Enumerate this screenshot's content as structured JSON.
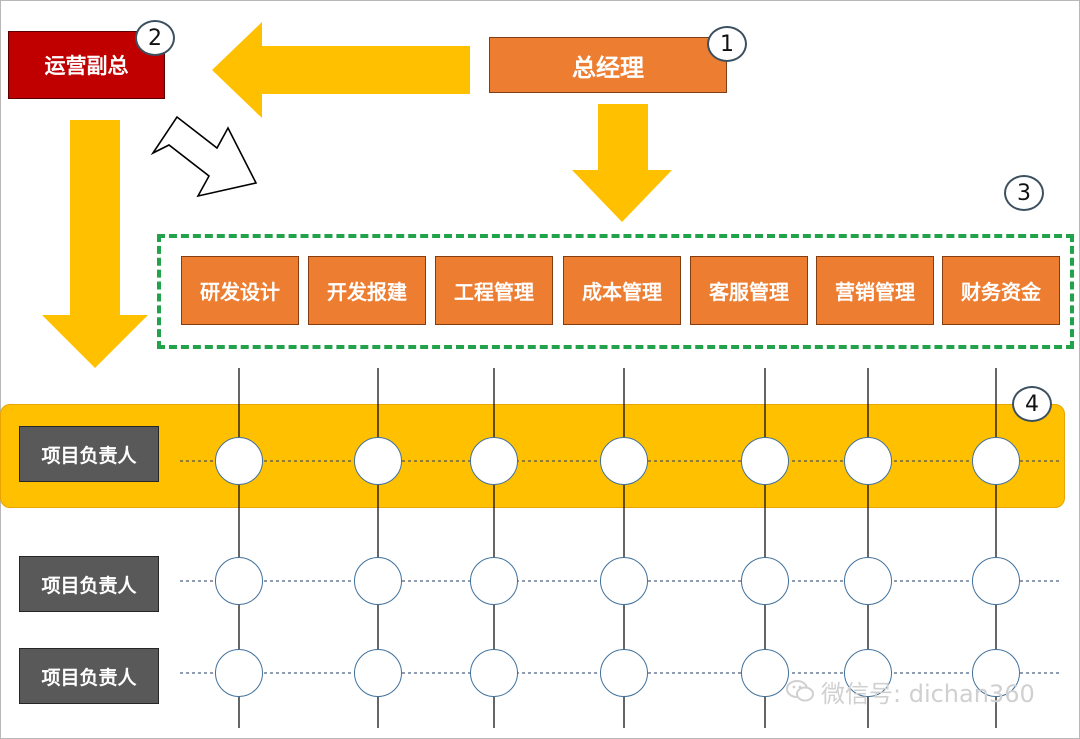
{
  "general_manager": {
    "label": "总经理",
    "badge": "1"
  },
  "vice_president": {
    "label": "运营副总",
    "badge": "2"
  },
  "departments": {
    "badge": "3",
    "items": [
      "研发设计",
      "开发报建",
      "工程管理",
      "成本管理",
      "客服管理",
      "营销管理",
      "财务资金"
    ]
  },
  "projects": {
    "badge": "4",
    "rows": [
      "项目负责人",
      "项目负责人",
      "项目负责人"
    ]
  },
  "watermark": {
    "text": "微信号: dichan360",
    "icon": "wechat-icon"
  },
  "colors": {
    "arrow": "#ffc000",
    "general_manager": "#ed7d31",
    "vice_president": "#c00000",
    "department": "#ed7d31",
    "project_lead": "#595959",
    "highlight_band": "#ffc000",
    "dashed_frame": "#22a24a"
  }
}
